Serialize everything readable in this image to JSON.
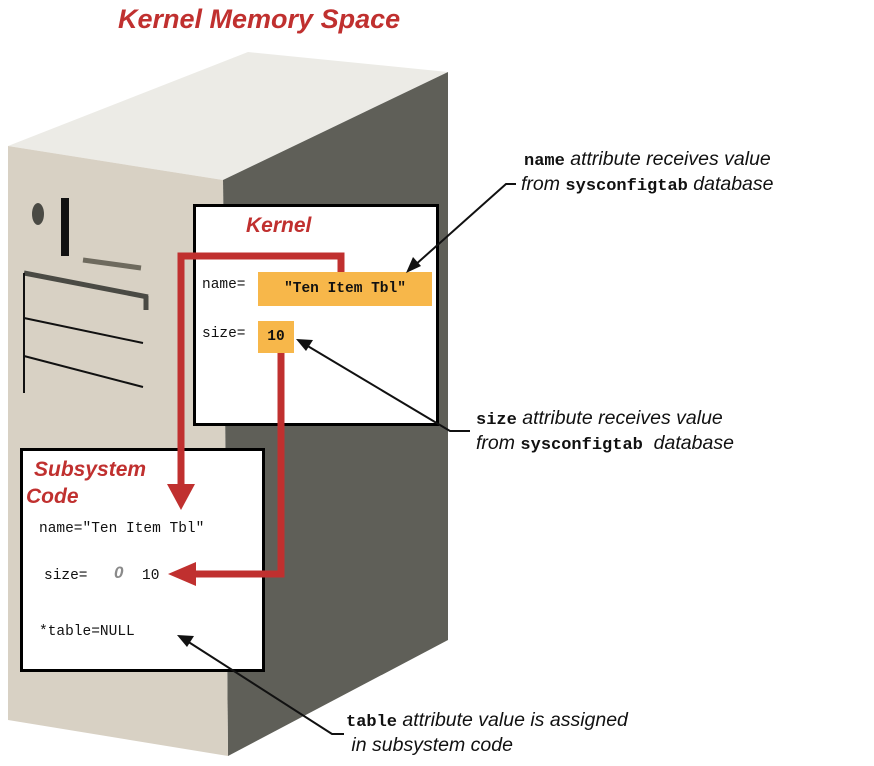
{
  "title": "Kernel Memory Space",
  "colors": {
    "title_red": "#c0302f",
    "arrow_red": "#c0302f",
    "highlight": "#f7b74a",
    "cabinet_front": "#d8d1c4",
    "cabinet_side": "#5f5f58",
    "cabinet_top": "#ecebe6"
  },
  "kernel": {
    "title": "Kernel",
    "name_label": "name=",
    "name_value": "\"Ten Item Tbl\"",
    "size_label": "size=",
    "size_value": "10"
  },
  "subsystem": {
    "title_line1": "Subsystem",
    "title_line2": "Code",
    "name_line": "name=\"Ten Item Tbl\"",
    "size_label": "size=",
    "size_default": "0",
    "size_value": "10",
    "table_line": "*table=NULL"
  },
  "annotations": {
    "name_note": {
      "keyword": "name",
      "line1_rest": " attribute receives value",
      "line2_prefix": "from ",
      "line2_keyword": "sysconfigtab",
      "line2_suffix": " database"
    },
    "size_note": {
      "keyword": "size",
      "line1_rest": " attribute receives value",
      "line2_prefix": "from ",
      "line2_keyword": "sysconfigtab",
      "line2_suffix": "  database"
    },
    "table_note": {
      "keyword": "table",
      "line1_rest": " attribute value is assigned",
      "line2": " in subsystem code"
    }
  }
}
